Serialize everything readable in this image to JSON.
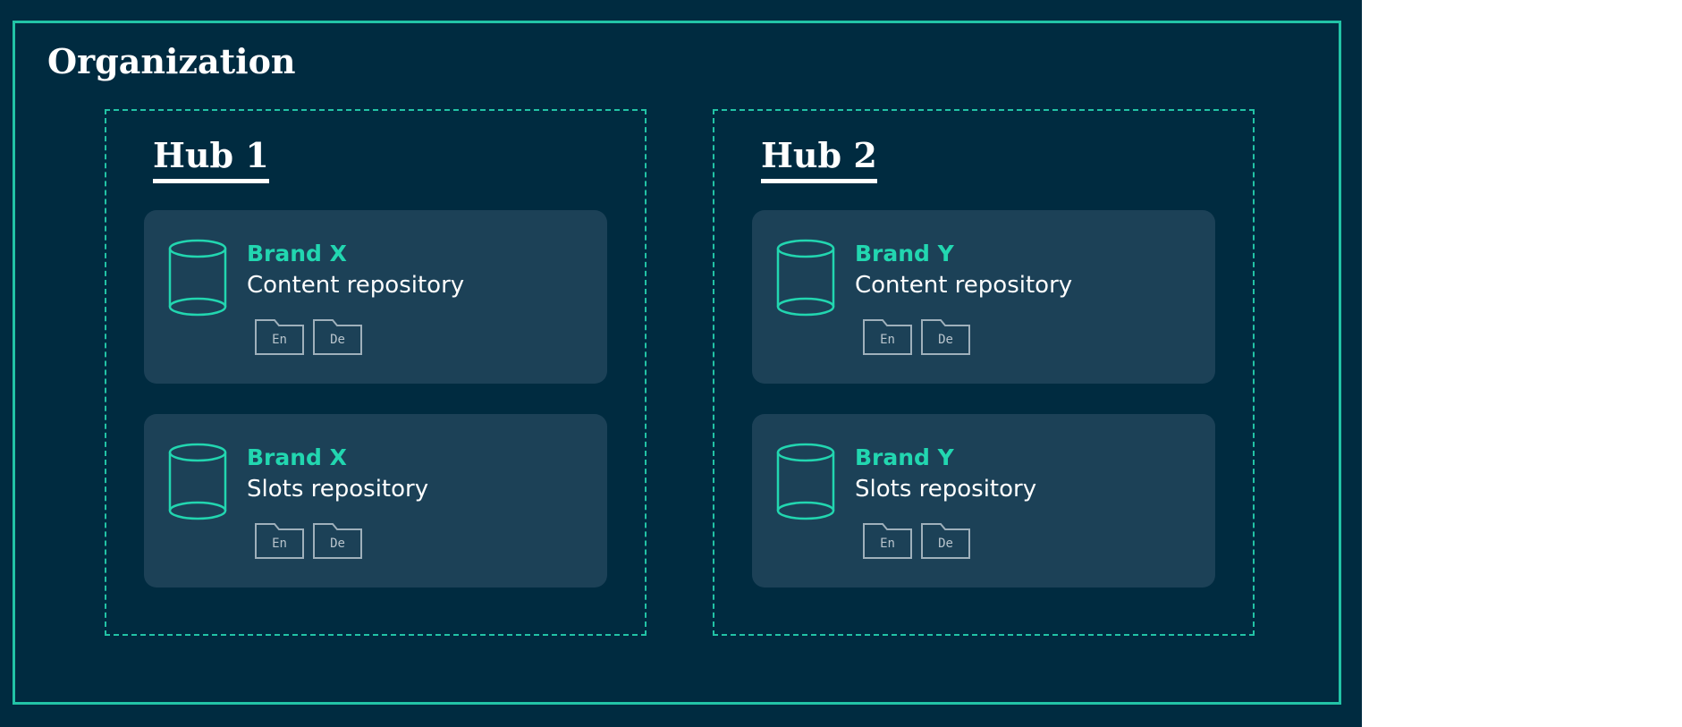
{
  "organization": {
    "title": "Organization"
  },
  "hubs": [
    {
      "title": "Hub 1",
      "repos": [
        {
          "brand": "Brand X",
          "name": "Content repository",
          "folders": [
            "En",
            "De"
          ]
        },
        {
          "brand": "Brand X",
          "name": "Slots repository",
          "folders": [
            "En",
            "De"
          ]
        }
      ]
    },
    {
      "title": "Hub 2",
      "repos": [
        {
          "brand": "Brand Y",
          "name": "Content repository",
          "folders": [
            "En",
            "De"
          ]
        },
        {
          "brand": "Brand Y",
          "name": "Slots repository",
          "folders": [
            "En",
            "De"
          ]
        }
      ]
    }
  ],
  "colors": {
    "background": "#002b40",
    "accent": "#22c3a6",
    "brand_text": "#22d6b0",
    "card": "#1c4157",
    "folder_stroke": "#9fb0bb"
  },
  "icons": {
    "repository": "database-icon",
    "locale": "folder-icon"
  }
}
